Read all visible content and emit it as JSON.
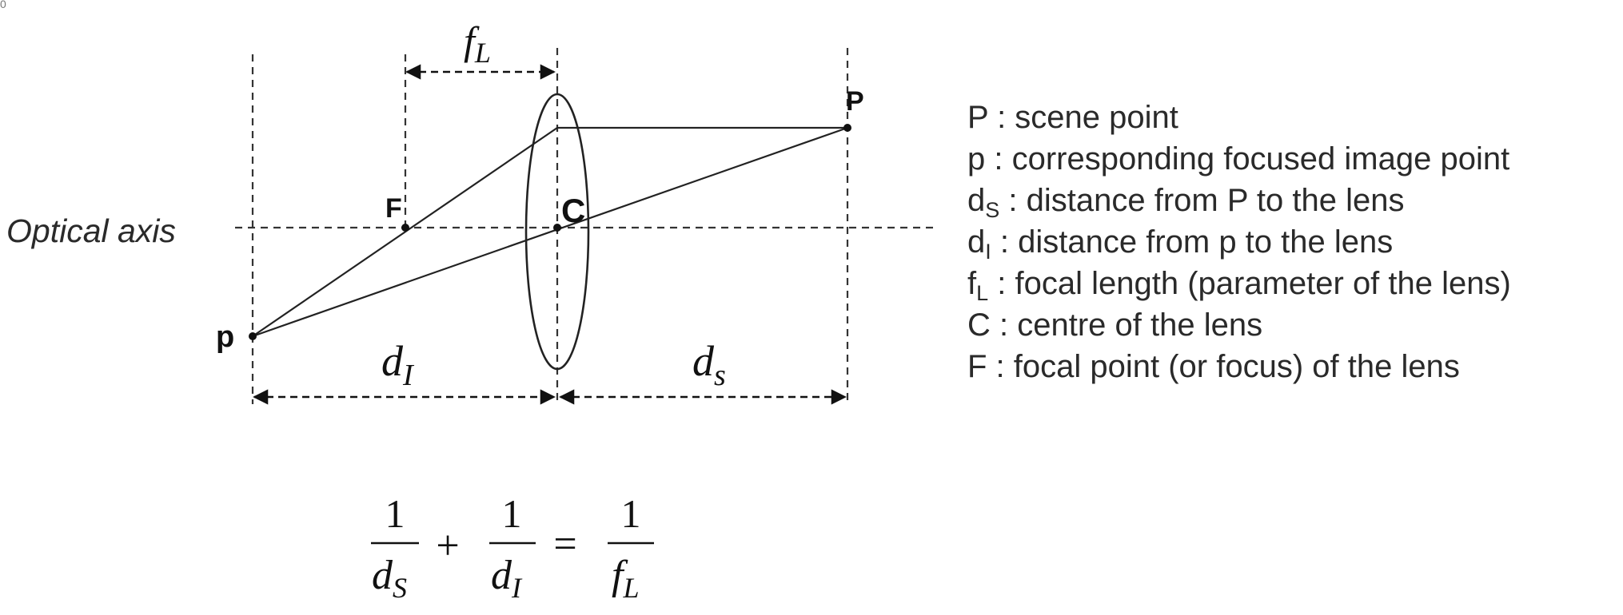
{
  "corner_mark": "0",
  "axis_label": "Optical axis",
  "points": {
    "scene_point": "P",
    "image_point": "p",
    "focus": "F",
    "centre": "C"
  },
  "dimensions": {
    "focal_length": {
      "main": "f",
      "sub": "L"
    },
    "image_distance": {
      "main": "d",
      "sub": "I"
    },
    "scene_distance": {
      "main": "d",
      "sub": "s"
    }
  },
  "legend": [
    {
      "symbol": "P",
      "sub": "",
      "text": " : scene point"
    },
    {
      "symbol": "p",
      "sub": "",
      "text": " : corresponding focused image point"
    },
    {
      "symbol": "d",
      "sub": "S",
      "text": " : distance from P to the lens"
    },
    {
      "symbol": "d",
      "sub": "I",
      "text": " : distance from p to the lens"
    },
    {
      "symbol": "f",
      "sub": "L",
      "text": " :  focal length (parameter of the lens)"
    },
    {
      "symbol": "C",
      "sub": "",
      "text": " : centre of the lens"
    },
    {
      "symbol": "F",
      "sub": "",
      "text": " : focal point (or focus) of the lens"
    }
  ],
  "equation": {
    "term1": {
      "numerator": "1",
      "den_main": "d",
      "den_sub": "S"
    },
    "plus": "+",
    "term2": {
      "numerator": "1",
      "den_main": "d",
      "den_sub": "I"
    },
    "equals": "=",
    "term3": {
      "numerator": "1",
      "den_main": "f",
      "den_sub": "L"
    }
  }
}
